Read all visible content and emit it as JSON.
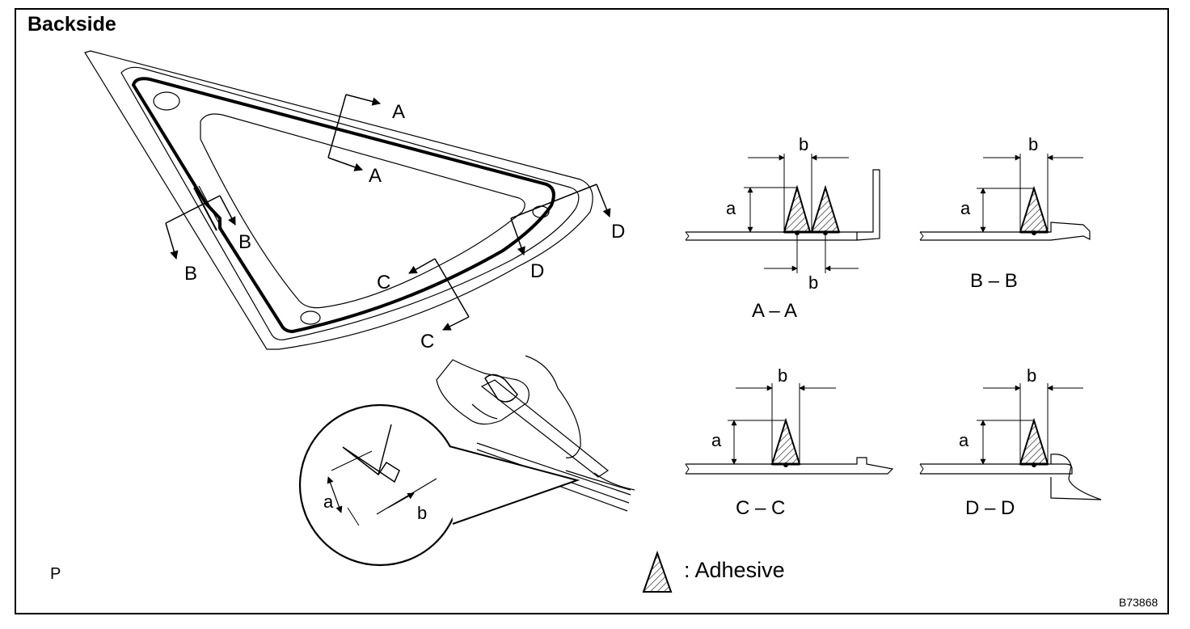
{
  "title": "Backside",
  "page_marker": "P",
  "figure_code": "B73868",
  "legend": {
    "label": ": Adhesive",
    "icon": "hatched-triangle-icon"
  },
  "section_markers": [
    "A",
    "B",
    "C",
    "D"
  ],
  "sections": [
    {
      "label": "A – A",
      "dim_a": "a",
      "dim_b": "b",
      "dim_b_lower": "b"
    },
    {
      "label": "B – B",
      "dim_a": "a",
      "dim_b": "b"
    },
    {
      "label": "C – C",
      "dim_a": "a",
      "dim_b": "b"
    },
    {
      "label": "D – D",
      "dim_a": "a",
      "dim_b": "b"
    }
  ],
  "detail": {
    "dim_a": "a",
    "dim_b": "b"
  }
}
